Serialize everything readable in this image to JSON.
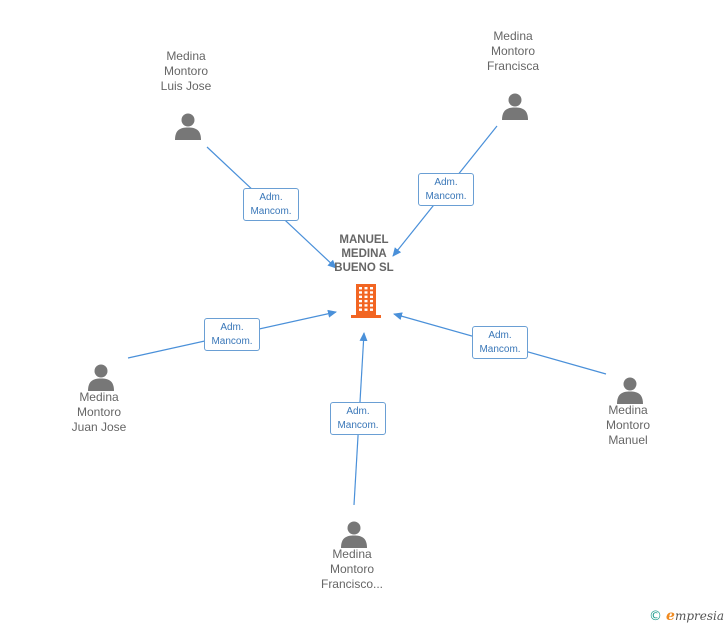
{
  "company": {
    "name_lines": [
      "MANUEL",
      "MEDINA",
      "BUENO SL"
    ],
    "icon": "building-icon",
    "icon_color": "#f26522"
  },
  "relation_label_lines": [
    "Adm.",
    "Mancom."
  ],
  "people": [
    {
      "id": "luis",
      "name_lines": [
        "Medina",
        "Montoro",
        "Luis Jose"
      ],
      "relation_lines": [
        "Adm.",
        "Mancom."
      ]
    },
    {
      "id": "francisca",
      "name_lines": [
        "Medina",
        "Montoro",
        "Francisca"
      ],
      "relation_lines": [
        "Adm.",
        "Mancom."
      ]
    },
    {
      "id": "juanjose",
      "name_lines": [
        "Medina",
        "Montoro",
        "Juan Jose"
      ],
      "relation_lines": [
        "Adm.",
        "Mancom."
      ]
    },
    {
      "id": "manuel",
      "name_lines": [
        "Medina",
        "Montoro",
        "Manuel"
      ],
      "relation_lines": [
        "Adm.",
        "Mancom."
      ]
    },
    {
      "id": "francisco",
      "name_lines": [
        "Medina",
        "Montoro",
        "Francisco..."
      ],
      "relation_lines": [
        "Adm.",
        "Mancom."
      ]
    }
  ],
  "colors": {
    "edge": "#4a90d9",
    "badge_border": "#6a9fd4",
    "badge_text": "#3a77b8",
    "person_icon": "#777777",
    "label_text": "#666666"
  },
  "footer": {
    "copyright_symbol": "©",
    "brand_initial": "e",
    "brand_rest": "mpresia"
  }
}
